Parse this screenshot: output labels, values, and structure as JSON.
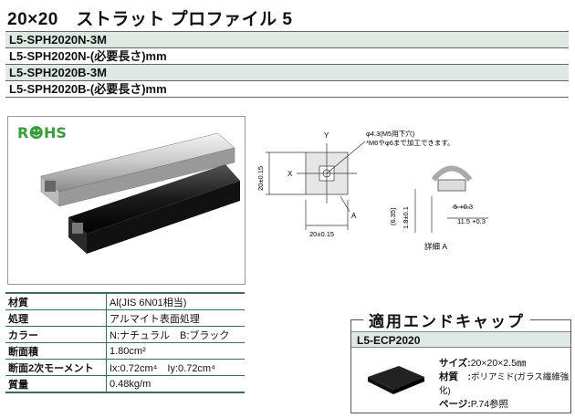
{
  "title": "20×20　ストラット プロファイル 5",
  "codes": [
    "L5-SPH2020N-3M",
    "L5-SPH2020N-(必要長さ)mm",
    "L5-SPH2020B-3M",
    "L5-SPH2020B-(必要長さ)mm"
  ],
  "rohs": "R☻HS",
  "diagram": {
    "axis_y": "Y",
    "axis_x": "X",
    "hole_note_1": "φ4.3(M5用下穴)",
    "hole_note_2": "*M6やφ6まで加工できます。",
    "dim_height": "20±0.15",
    "dim_width": "20±0.15",
    "label_a": "A",
    "dim_635": "(6.35)",
    "dim_18": "1.8±0.1",
    "dim_5": "5 +0.3",
    "dim_115": "11.5 +0.3",
    "detail_label": "詳細 A"
  },
  "specs": [
    {
      "k": "材質",
      "v": "Al(JIS 6N01相当)"
    },
    {
      "k": "処理",
      "v": "アルマイト表面処理"
    },
    {
      "k": "カラー",
      "v": "N:ナチュラル　B:ブラック"
    },
    {
      "k": "断面積",
      "v": "1.80cm²"
    },
    {
      "k": "断面2次モーメント",
      "v": "Ix:0.72cm⁴　Iy:0.72cm⁴"
    },
    {
      "k": "質量",
      "v": "0.48kg/m"
    }
  ],
  "endcap": {
    "title": "適用エンドキャップ",
    "code": "L5-ECP2020",
    "size_label": "サイズ:",
    "size_value": "20×20×2.5㎜",
    "material_label": "材質　:",
    "material_value": "ポリアミド(ガラス繊維強化)",
    "page_label": "ページ:",
    "page_value": "P.74参照"
  }
}
